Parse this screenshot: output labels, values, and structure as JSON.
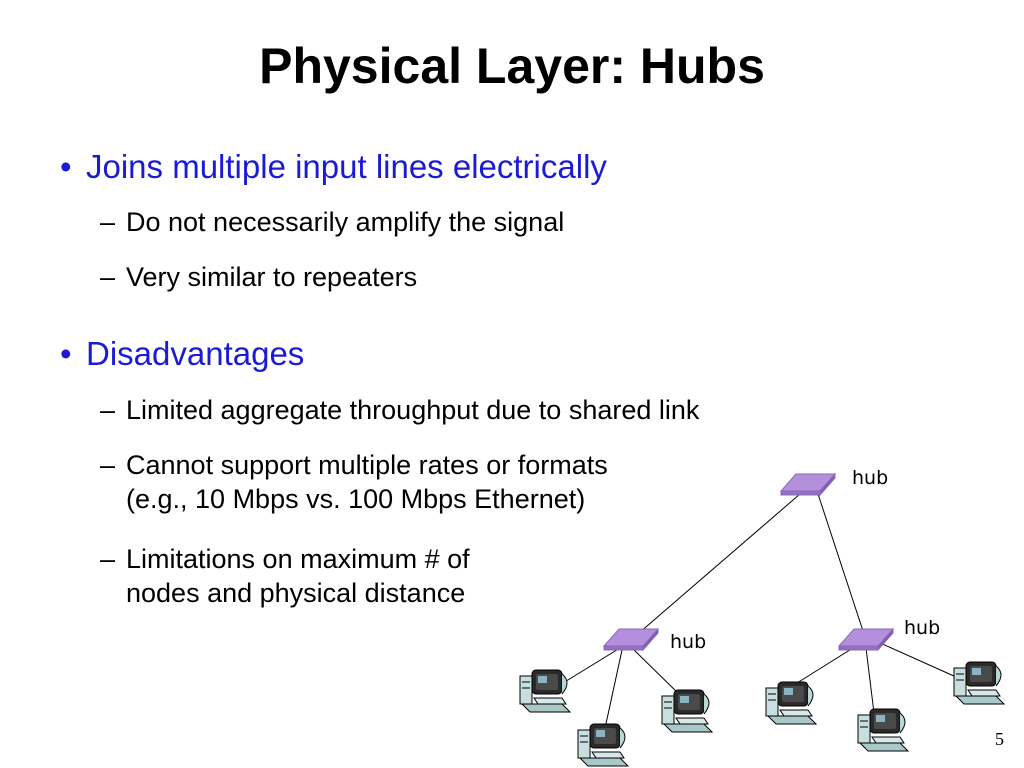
{
  "slide": {
    "title": "Physical Layer: Hubs",
    "page_number": "5"
  },
  "bullets": [
    {
      "text": "Joins multiple input lines electrically",
      "subs": [
        "Do not necessarily amplify the signal",
        "Very similar to repeaters"
      ]
    },
    {
      "text": "Disadvantages",
      "subs": [
        "Limited aggregate throughput due to shared link",
        [
          "Cannot support multiple rates or formats",
          "(e.g., 10 Mbps vs. 100 Mbps Ethernet)"
        ],
        [
          "Limitations on maximum # of",
          "nodes and physical distance"
        ]
      ]
    }
  ],
  "bullet_symbol": "•",
  "sub_symbol": "–",
  "diagram": {
    "hub_label": "hub",
    "hub_color": "#b48fdc",
    "icons": [
      "hub-icon",
      "computer-icon"
    ]
  }
}
